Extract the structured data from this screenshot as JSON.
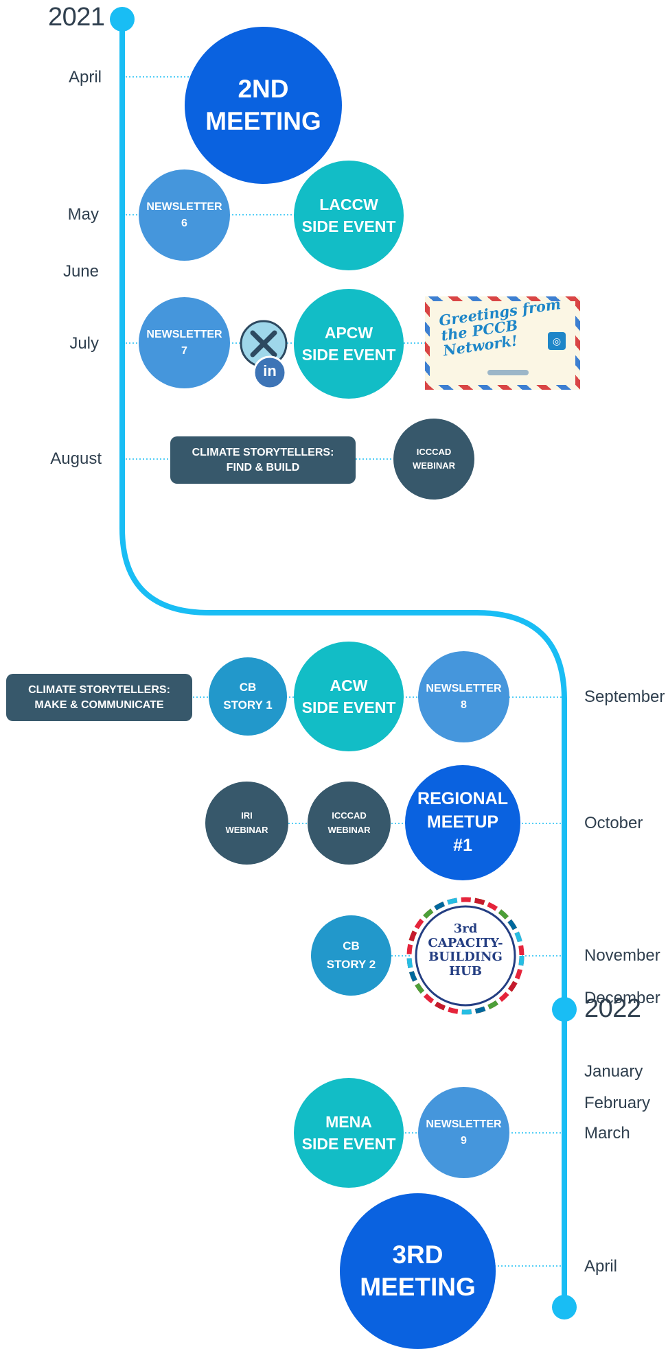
{
  "years": [
    "2021",
    "2022"
  ],
  "months_2021": {
    "april": "April",
    "may": "May",
    "june": "June",
    "july": "July",
    "august": "August"
  },
  "months_right": {
    "september": "September",
    "october": "October",
    "november": "November",
    "december": "December",
    "january": "January",
    "february": "February",
    "march": "March",
    "april": "April"
  },
  "events": {
    "meeting2": "2ND\nMEETING",
    "newsletter6": "NEWSLETTER\n6",
    "laccw": "LACCW\nSIDE EVENT",
    "newsletter7": "NEWSLETTER\n7",
    "linkedin": "in",
    "apcw": "APCW\nSIDE EVENT",
    "postcard": "Greetings from\nthe PCCB\nNetwork!",
    "storytellers_find": "CLIMATE STORYTELLERS:\nFIND & BUILD",
    "icccad_webinar_aug": "ICCCAD\nWEBINAR",
    "storytellers_make": "CLIMATE STORYTELLERS:\nMAKE & COMMUNICATE",
    "cb_story1": "CB\nSTORY 1",
    "acw": "ACW\nSIDE EVENT",
    "newsletter8": "NEWSLETTER\n8",
    "iri_webinar": "IRI\nWEBINAR",
    "icccad_webinar_oct": "ICCCAD\nWEBINAR",
    "regional_meetup": "REGIONAL\nMEETUP\n#1",
    "cb_story2": "CB\nSTORY 2",
    "hub": "3rd\nCAPACITY-\nBUILDING\nHUB",
    "mena": "MENA\nSIDE EVENT",
    "newsletter9": "NEWSLETTER\n9",
    "meeting3": "3RD\nMEETING"
  },
  "colors": {
    "timeline": "#19bdf4",
    "meeting": "#0a62e0",
    "newsletter": "#4596dc",
    "side_event": "#12bdc6",
    "webinar": "#37586b",
    "story": "#2298cb"
  }
}
